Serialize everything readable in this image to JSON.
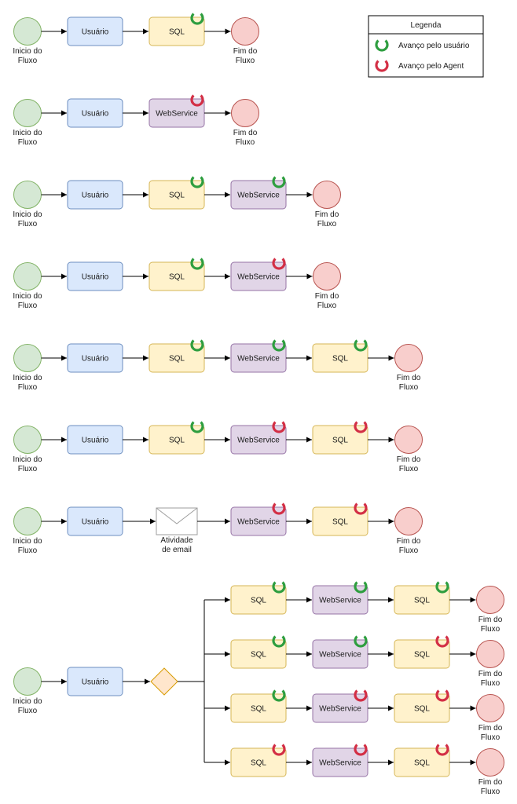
{
  "labels": {
    "start": "Inicio do Fluxo",
    "end": "Fim do Fluxo",
    "user": "Usuário",
    "sql": "SQL",
    "ws": "WebService",
    "email": "Atividade de email"
  },
  "legend": {
    "title": "Legenda",
    "user_advance": "Avanço pelo usuário",
    "agent_advance": "Avanço pelo Agent"
  },
  "colors": {
    "user_advance": "#2e9e3f",
    "agent_advance": "#d32f45"
  },
  "flows": [
    {
      "steps": [
        "start",
        "user",
        "sql:user",
        "end"
      ]
    },
    {
      "steps": [
        "start",
        "user",
        "ws:agent",
        "end"
      ]
    },
    {
      "steps": [
        "start",
        "user",
        "sql:user",
        "ws:user",
        "end"
      ]
    },
    {
      "steps": [
        "start",
        "user",
        "sql:user",
        "ws:agent",
        "end"
      ]
    },
    {
      "steps": [
        "start",
        "user",
        "sql:user",
        "ws:user",
        "sql:user",
        "end"
      ]
    },
    {
      "steps": [
        "start",
        "user",
        "sql:user",
        "ws:agent",
        "sql:agent",
        "end"
      ]
    },
    {
      "steps": [
        "start",
        "user",
        "email",
        "ws:agent",
        "sql:agent",
        "end"
      ]
    }
  ],
  "gateway_flow": {
    "branches": [
      [
        "sql:user",
        "ws:user",
        "sql:user",
        "end"
      ],
      [
        "sql:user",
        "ws:user",
        "sql:agent",
        "end"
      ],
      [
        "sql:user",
        "ws:agent",
        "sql:agent",
        "end"
      ],
      [
        "sql:agent",
        "ws:agent",
        "sql:agent",
        "end"
      ]
    ]
  }
}
